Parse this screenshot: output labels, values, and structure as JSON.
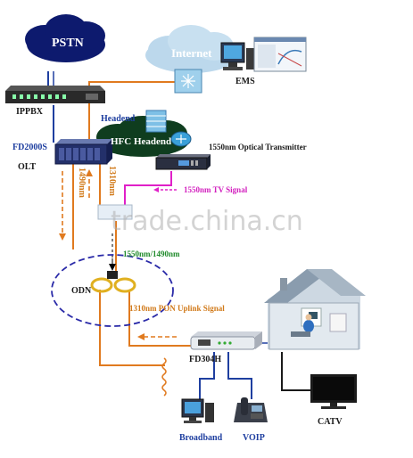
{
  "labels": {
    "pstn": "PSTN",
    "internet": "Internet",
    "ippbx": "IPPBX",
    "ems": "EMS",
    "headend": "Headend",
    "hfc_headend": "HFC Headend",
    "optical_tx": "1550nm Optical Transmitter",
    "olt_model": "FD2000S",
    "olt": "OLT",
    "wl_1490": "1490nm",
    "wl_1310": "1310nm",
    "tv_signal": "1550nm TV Signal",
    "downstream": "1550nm/1490nm",
    "odn": "ODN",
    "uplink": "1310nm PON Uplink Signal",
    "onu": "FD304H",
    "broadband": "Broadband",
    "voip": "VOIP",
    "catv": "CATV"
  },
  "watermark": "trade.china.cn",
  "colors": {
    "fiber_orange": "#e07a1f",
    "tv_magenta": "#e020c8",
    "copper_blue": "#1f3fa0",
    "odn_ring": "#2a2aa8",
    "cloud_navy": "#0d1a6e",
    "cloud_green": "#0f3d1f",
    "cloud_light": "#bcd8ec"
  },
  "icons": {
    "pstn": "cloud-icon",
    "internet": "cloud-icon",
    "ippbx": "switch-icon",
    "ems": "computer-icon",
    "router": "router-icon",
    "olt": "rack-icon",
    "optical_tx": "transmitter-icon",
    "splitter": "splitter-icon",
    "onu": "onu-icon",
    "house": "house-icon",
    "broadband": "computer-icon",
    "voip": "phone-icon",
    "catv": "tv-icon"
  }
}
